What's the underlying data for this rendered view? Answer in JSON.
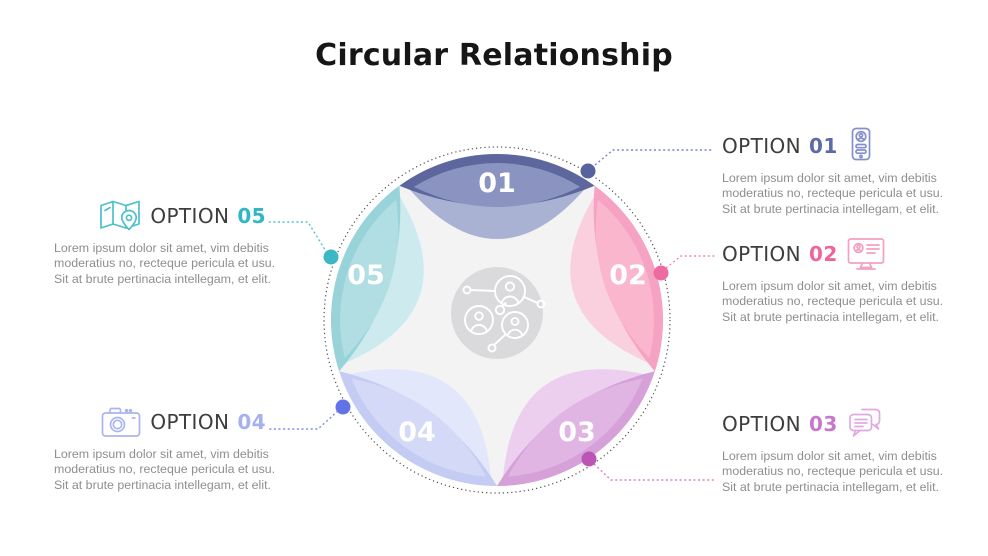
{
  "title": "Circular Relationship",
  "diagram": {
    "center_icon": "people-network-icon",
    "ring_color": "#4c4c4c",
    "wheel_fill": "#f3f3f4",
    "center_fill": "#dadadc",
    "petals": [
      {
        "number": "01",
        "dark": "#5d679e",
        "mid": "#8b94c0",
        "light": "#aab2d4",
        "dot": "#56639c"
      },
      {
        "number": "02",
        "dark": "#f6a2c3",
        "mid": "#f9b6cd",
        "light": "#fbd0de",
        "dot": "#ee6ba1"
      },
      {
        "number": "03",
        "dark": "#d6a1d9",
        "mid": "#e0b4e3",
        "light": "#eccfee",
        "dot": "#bc55b4"
      },
      {
        "number": "04",
        "dark": "#c4ccf3",
        "mid": "#d3d9f7",
        "light": "#e3e7fb",
        "dot": "#6273e7"
      },
      {
        "number": "05",
        "dark": "#99d3da",
        "mid": "#b0dee3",
        "light": "#cdebee",
        "dot": "#3db7c4"
      }
    ]
  },
  "options": [
    {
      "label": "OPTION",
      "number": "01",
      "number_color": "#5b6ba8",
      "icon": "contact-tablet-icon",
      "icon_color": "#8490cc",
      "line_color": "#7583cf",
      "body_lines": [
        "Lorem ipsum dolor sit amet, vim debitis",
        "moderatius no, recteque pericula et usu.",
        "Sit at brute pertinacia intellegam, et elit."
      ]
    },
    {
      "label": "OPTION",
      "number": "02",
      "number_color": "#f0649e",
      "icon": "monitor-profile-icon",
      "icon_color": "#f4a0c2",
      "line_color": "#f285b2",
      "body_lines": [
        "Lorem ipsum dolor sit amet, vim debitis",
        "moderatius no, recteque pericula et usu.",
        "Sit at brute pertinacia intellegam, et elit."
      ]
    },
    {
      "label": "OPTION",
      "number": "03",
      "number_color": "#c678cd",
      "icon": "chat-bubbles-icon",
      "icon_color": "#dfa9e2",
      "line_color": "#d981c6",
      "body_lines": [
        "Lorem ipsum dolor sit amet, vim debitis",
        "moderatius no, recteque pericula et usu.",
        "Sit at brute pertinacia intellegam, et elit."
      ]
    },
    {
      "label": "OPTION",
      "number": "04",
      "number_color": "#a6b1ee",
      "icon": "camera-icon",
      "icon_color": "#aab5f0",
      "line_color": "#7e8cec",
      "body_lines": [
        "Lorem ipsum dolor sit amet, vim debitis",
        "moderatius no, recteque pericula et usu.",
        "Sit at brute pertinacia intellegam, et elit."
      ]
    },
    {
      "label": "OPTION",
      "number": "05",
      "number_color": "#2fb7c5",
      "icon": "map-pin-icon",
      "icon_color": "#4cc0cb",
      "line_color": "#53c2cd",
      "body_lines": [
        "Lorem ipsum dolor sit amet, vim debitis",
        "moderatius no, recteque pericula et usu.",
        "Sit at brute pertinacia intellegam, et elit."
      ]
    }
  ]
}
